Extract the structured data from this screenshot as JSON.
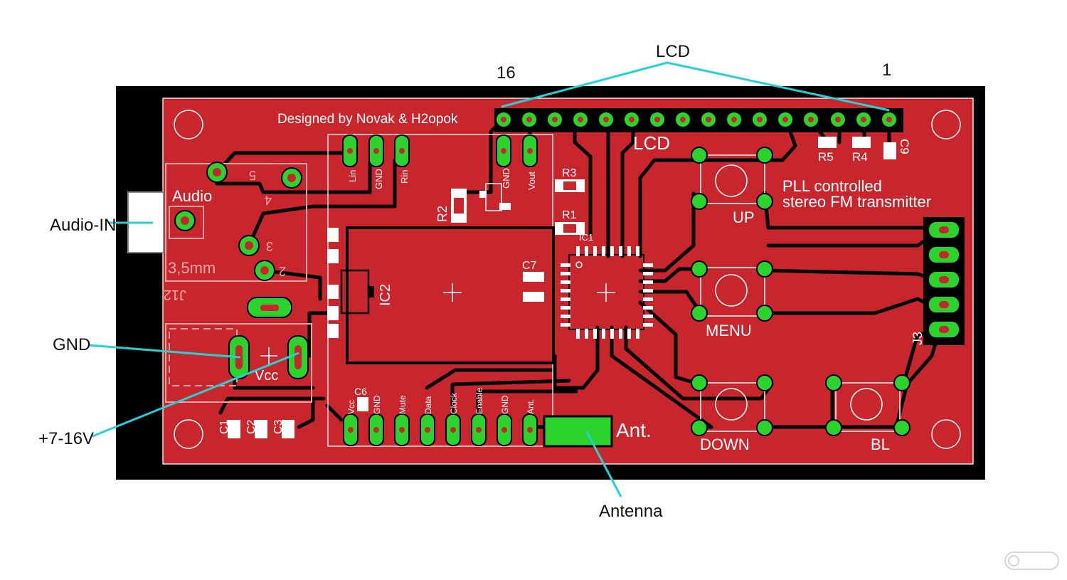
{
  "callouts": {
    "lcd": "LCD",
    "pin16": "16",
    "pin1": "1",
    "audio_in": "Audio-IN",
    "gnd": "GND",
    "vcc": "+7-16V",
    "antenna": "Antenna"
  },
  "silkscreen": {
    "credit": "Designed by Novak & H2opok",
    "title_line1": "PLL controlled",
    "title_line2": "stereo FM transmitter",
    "lcd": "LCD",
    "audio": "Audio",
    "jack_size": "3,5mm",
    "jack_ref": "J12",
    "vcc": "Vcc",
    "ant": "Ant.",
    "ic1": "IC1",
    "ic2": "IC2",
    "j3": "J3",
    "jack_pins": [
      "5",
      "4",
      "3",
      "2"
    ],
    "buttons": [
      "UP",
      "MENU",
      "DOWN",
      "BL"
    ],
    "resistors": [
      "R5",
      "R4",
      "R3",
      "R1",
      "R2"
    ],
    "caps": [
      "C9",
      "C7",
      "C6",
      "C1",
      "C2",
      "C3"
    ],
    "module_top_pins": [
      "Lin",
      "GND",
      "Rin"
    ],
    "regulator_pins": [
      "GND",
      "Vout"
    ],
    "module_bottom_pins": [
      "Vcc",
      "GND",
      "Mute",
      "Data",
      "Clock",
      "Enable",
      "GND",
      "Ant."
    ]
  },
  "colors": {
    "board": "#c8262c",
    "mask": "#000000",
    "pad": "#2cd32c",
    "leader": "#22d3d6",
    "silk": "#ffffff"
  }
}
